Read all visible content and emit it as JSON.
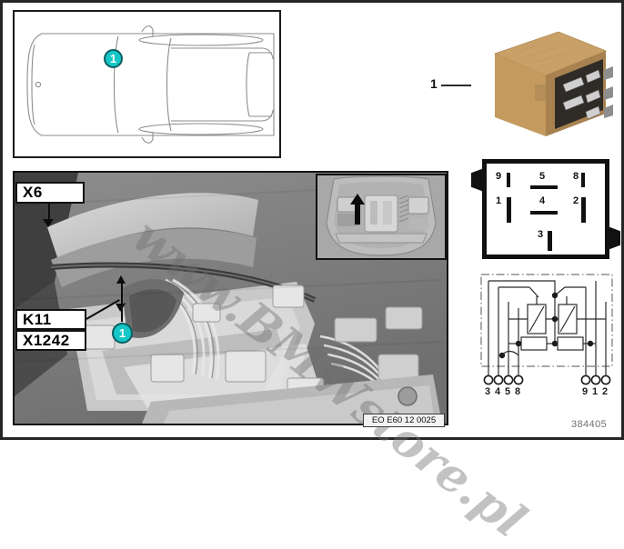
{
  "document": {
    "caption": "EO E60 12 0025",
    "figure_number": "384405",
    "watermark": "www.BMWstore.pl"
  },
  "colors": {
    "callout_fill": "#15c6c6",
    "callout_border": "#0c5f63",
    "relay_body": "#c49a5e",
    "relay_body_dark": "#a27c46",
    "frame": "#1b1b1b",
    "photo_grey": "#9a9a9a"
  },
  "car_panel": {
    "name": "vehicle-top-view",
    "callout": "1"
  },
  "relay_photo": {
    "name": "relay-component-photo",
    "leader_number": "1"
  },
  "pin_layout": {
    "title": "relay-pin-layout",
    "pins": [
      {
        "number": "9",
        "row": "top",
        "col": "left"
      },
      {
        "number": "5",
        "row": "top",
        "col": "center"
      },
      {
        "number": "8",
        "row": "top",
        "col": "right"
      },
      {
        "number": "1",
        "row": "middle",
        "col": "left"
      },
      {
        "number": "4",
        "row": "middle",
        "col": "center"
      },
      {
        "number": "2",
        "row": "middle",
        "col": "right"
      },
      {
        "number": "3",
        "row": "bottom",
        "col": "center"
      }
    ]
  },
  "schematic": {
    "name": "relay-internal-schematic",
    "terminals_left": [
      "3",
      "4",
      "5",
      "8"
    ],
    "terminals_right": [
      "9",
      "1",
      "2"
    ]
  },
  "main_photo": {
    "name": "engine-bay-detail-photo",
    "labels": {
      "connector": "X6",
      "relay_code": "K11",
      "relay_connector": "X1242"
    },
    "callout": "1"
  },
  "inset_photo": {
    "name": "engine-bay-overview-inset"
  }
}
